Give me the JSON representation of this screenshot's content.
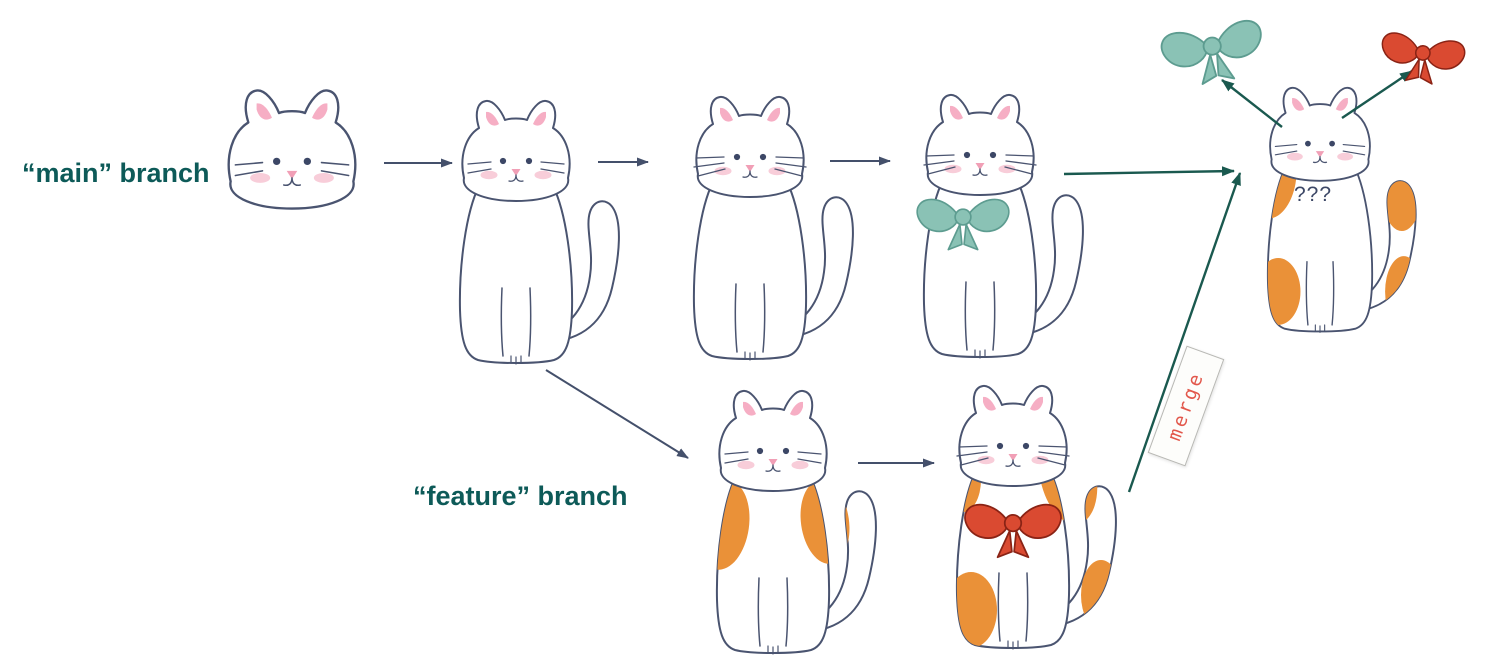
{
  "labels": {
    "main_branch": "“main” branch",
    "feature_branch": "“feature” branch",
    "merge_tag": "merge",
    "conflict_marks": "???"
  },
  "colors": {
    "branch_label_text": "#0d5a58",
    "merge_tag_text": "#e2574b",
    "cat_outline": "#4a5470",
    "plain_arrow": "#44506b",
    "merge_arrow": "#1a594f",
    "orange_patch": "#ea9138",
    "teal_bow": "#8ac2b5",
    "red_bow": "#da4a31",
    "pink_ear": "#f6aec4"
  },
  "main_branch": {
    "commits": [
      {
        "icon": "cat-head-icon"
      },
      {
        "icon": "cat-with-body-icon"
      },
      {
        "icon": "cat-with-longer-whiskers-icon"
      },
      {
        "icon": "cat-with-teal-bow-icon"
      }
    ]
  },
  "feature_branch": {
    "commits": [
      {
        "icon": "cat-with-orange-patches-icon"
      },
      {
        "icon": "cat-with-orange-patches-red-bow-icon"
      }
    ]
  },
  "merge": {
    "result_icon": "merged-cat-orange-patches-icon",
    "conflict_options": [
      "teal-bow-icon",
      "red-bow-icon"
    ]
  }
}
